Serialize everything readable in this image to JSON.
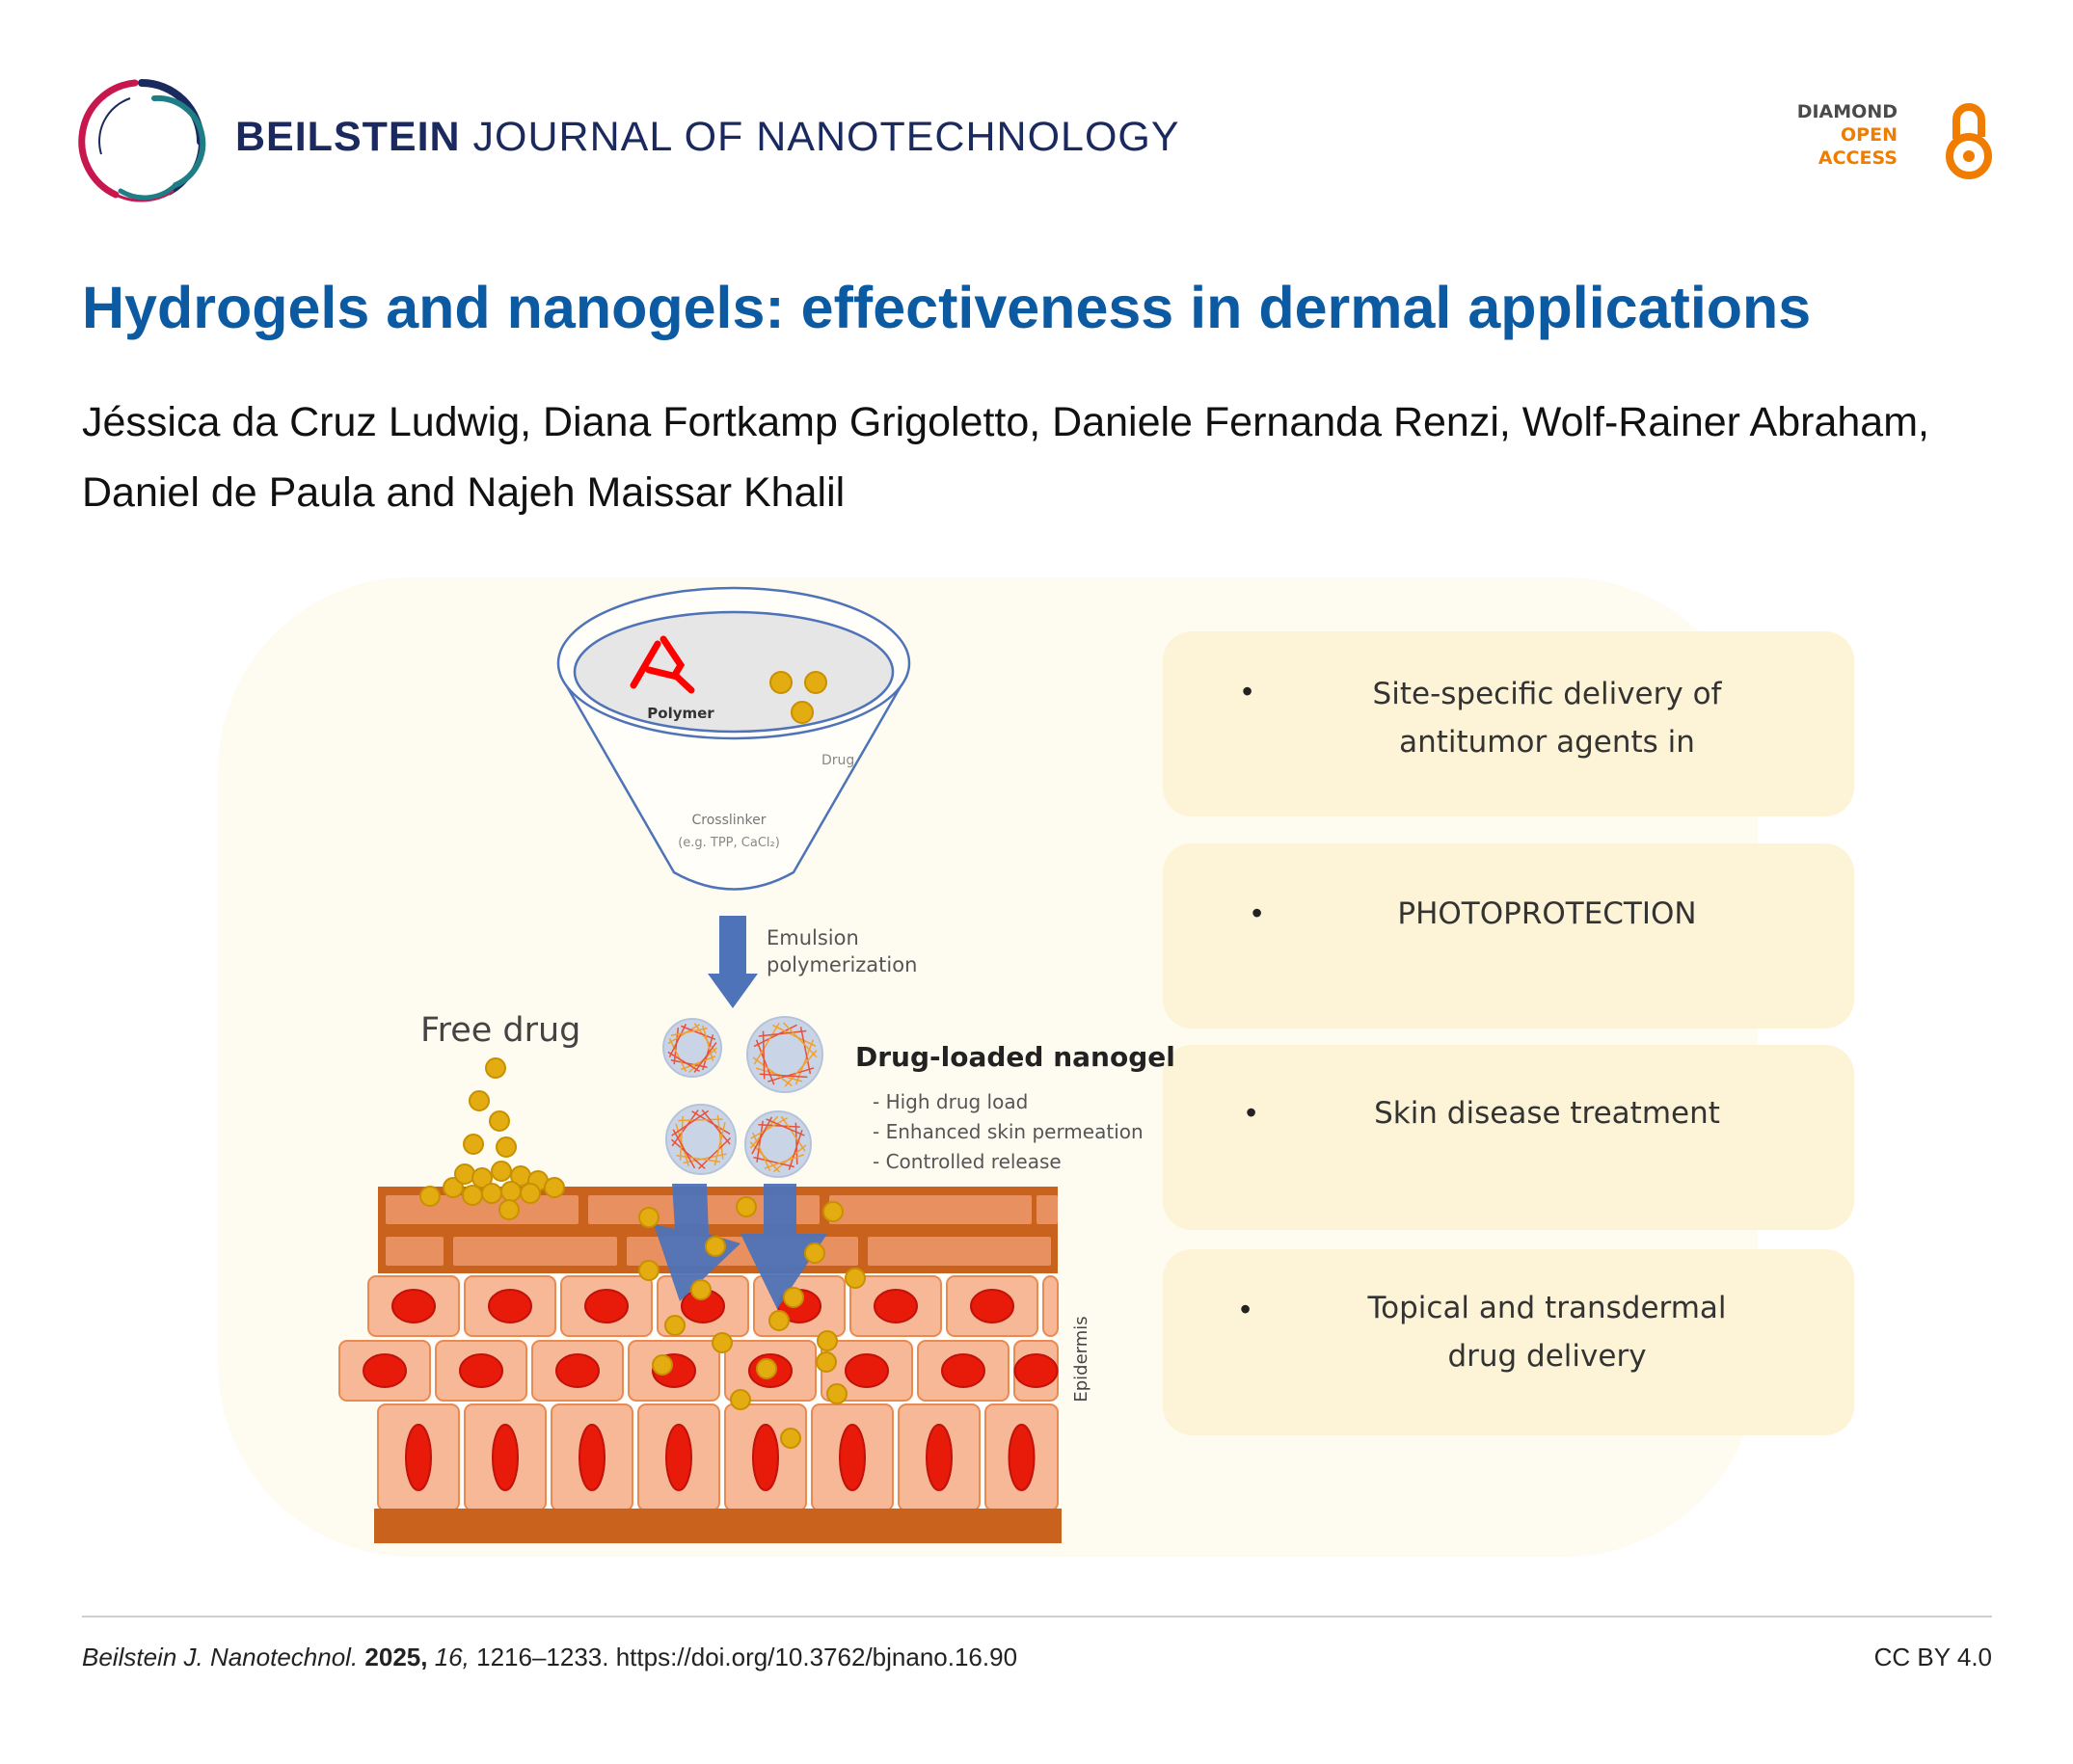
{
  "header": {
    "journal_bold": "BEILSTEIN",
    "journal_light": "JOURNAL OF NANOTECHNOLOGY",
    "badge": {
      "line1": "DIAMOND",
      "line2": "OPEN",
      "line3": "ACCESS",
      "grey": "#4a4a4a",
      "orange": "#f07c00"
    }
  },
  "article": {
    "title": "Hydrogels and nanogels: effectiveness in dermal applications",
    "authors": "Jéssica da Cruz Ludwig, Diana Fortkamp Grigoletto, Daniele Fernanda Renzi, Wolf-Rainer Abraham, Daniel de Paula and Najeh Maissar Khalil"
  },
  "figure": {
    "polymer_label": "Polymer",
    "drug_label": "Drug",
    "crosslinker_label": "Crosslinker",
    "crosslinker_example": "(e.g. TPP, CaCl₂)",
    "process_line1": "Emulsion",
    "process_line2": "polymerization",
    "free_drug_label": "Free drug",
    "nanogel_title": "Drug-loaded nanogel",
    "nanogel_features": [
      "- High drug load",
      "- Enhanced skin permeation",
      "- Controlled release"
    ],
    "layer_label": "Epidermis",
    "applications": [
      {
        "bullet": "•",
        "lines": [
          "Site-specific delivery of",
          "antitumor agents in"
        ]
      },
      {
        "bullet": "•",
        "lines": [
          "PHOTOPROTECTION"
        ]
      },
      {
        "bullet": "•",
        "lines": [
          "Skin disease treatment"
        ]
      },
      {
        "bullet": "•",
        "lines": [
          "Topical and transdermal",
          "drug delivery"
        ]
      }
    ]
  },
  "footer": {
    "journal_abbrev": "Beilstein J. Nanotechnol.",
    "year": "2025,",
    "volume": "16,",
    "pages_doi": "1216–1233. https://doi.org/10.3762/bjnano.16.90",
    "license": "CC BY 4.0"
  }
}
